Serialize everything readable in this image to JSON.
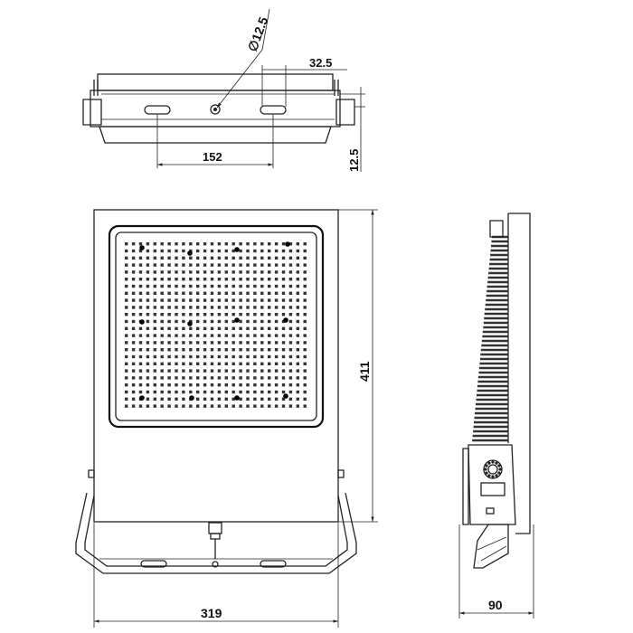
{
  "dimensions": {
    "hole_dia": "∅12.5",
    "offset_top": "32.5",
    "height_small": "12.5",
    "slot_spacing": "152",
    "body_height": "411",
    "body_width": "319",
    "depth": "90"
  },
  "colors": {
    "line": "#222222",
    "background": "#ffffff"
  }
}
